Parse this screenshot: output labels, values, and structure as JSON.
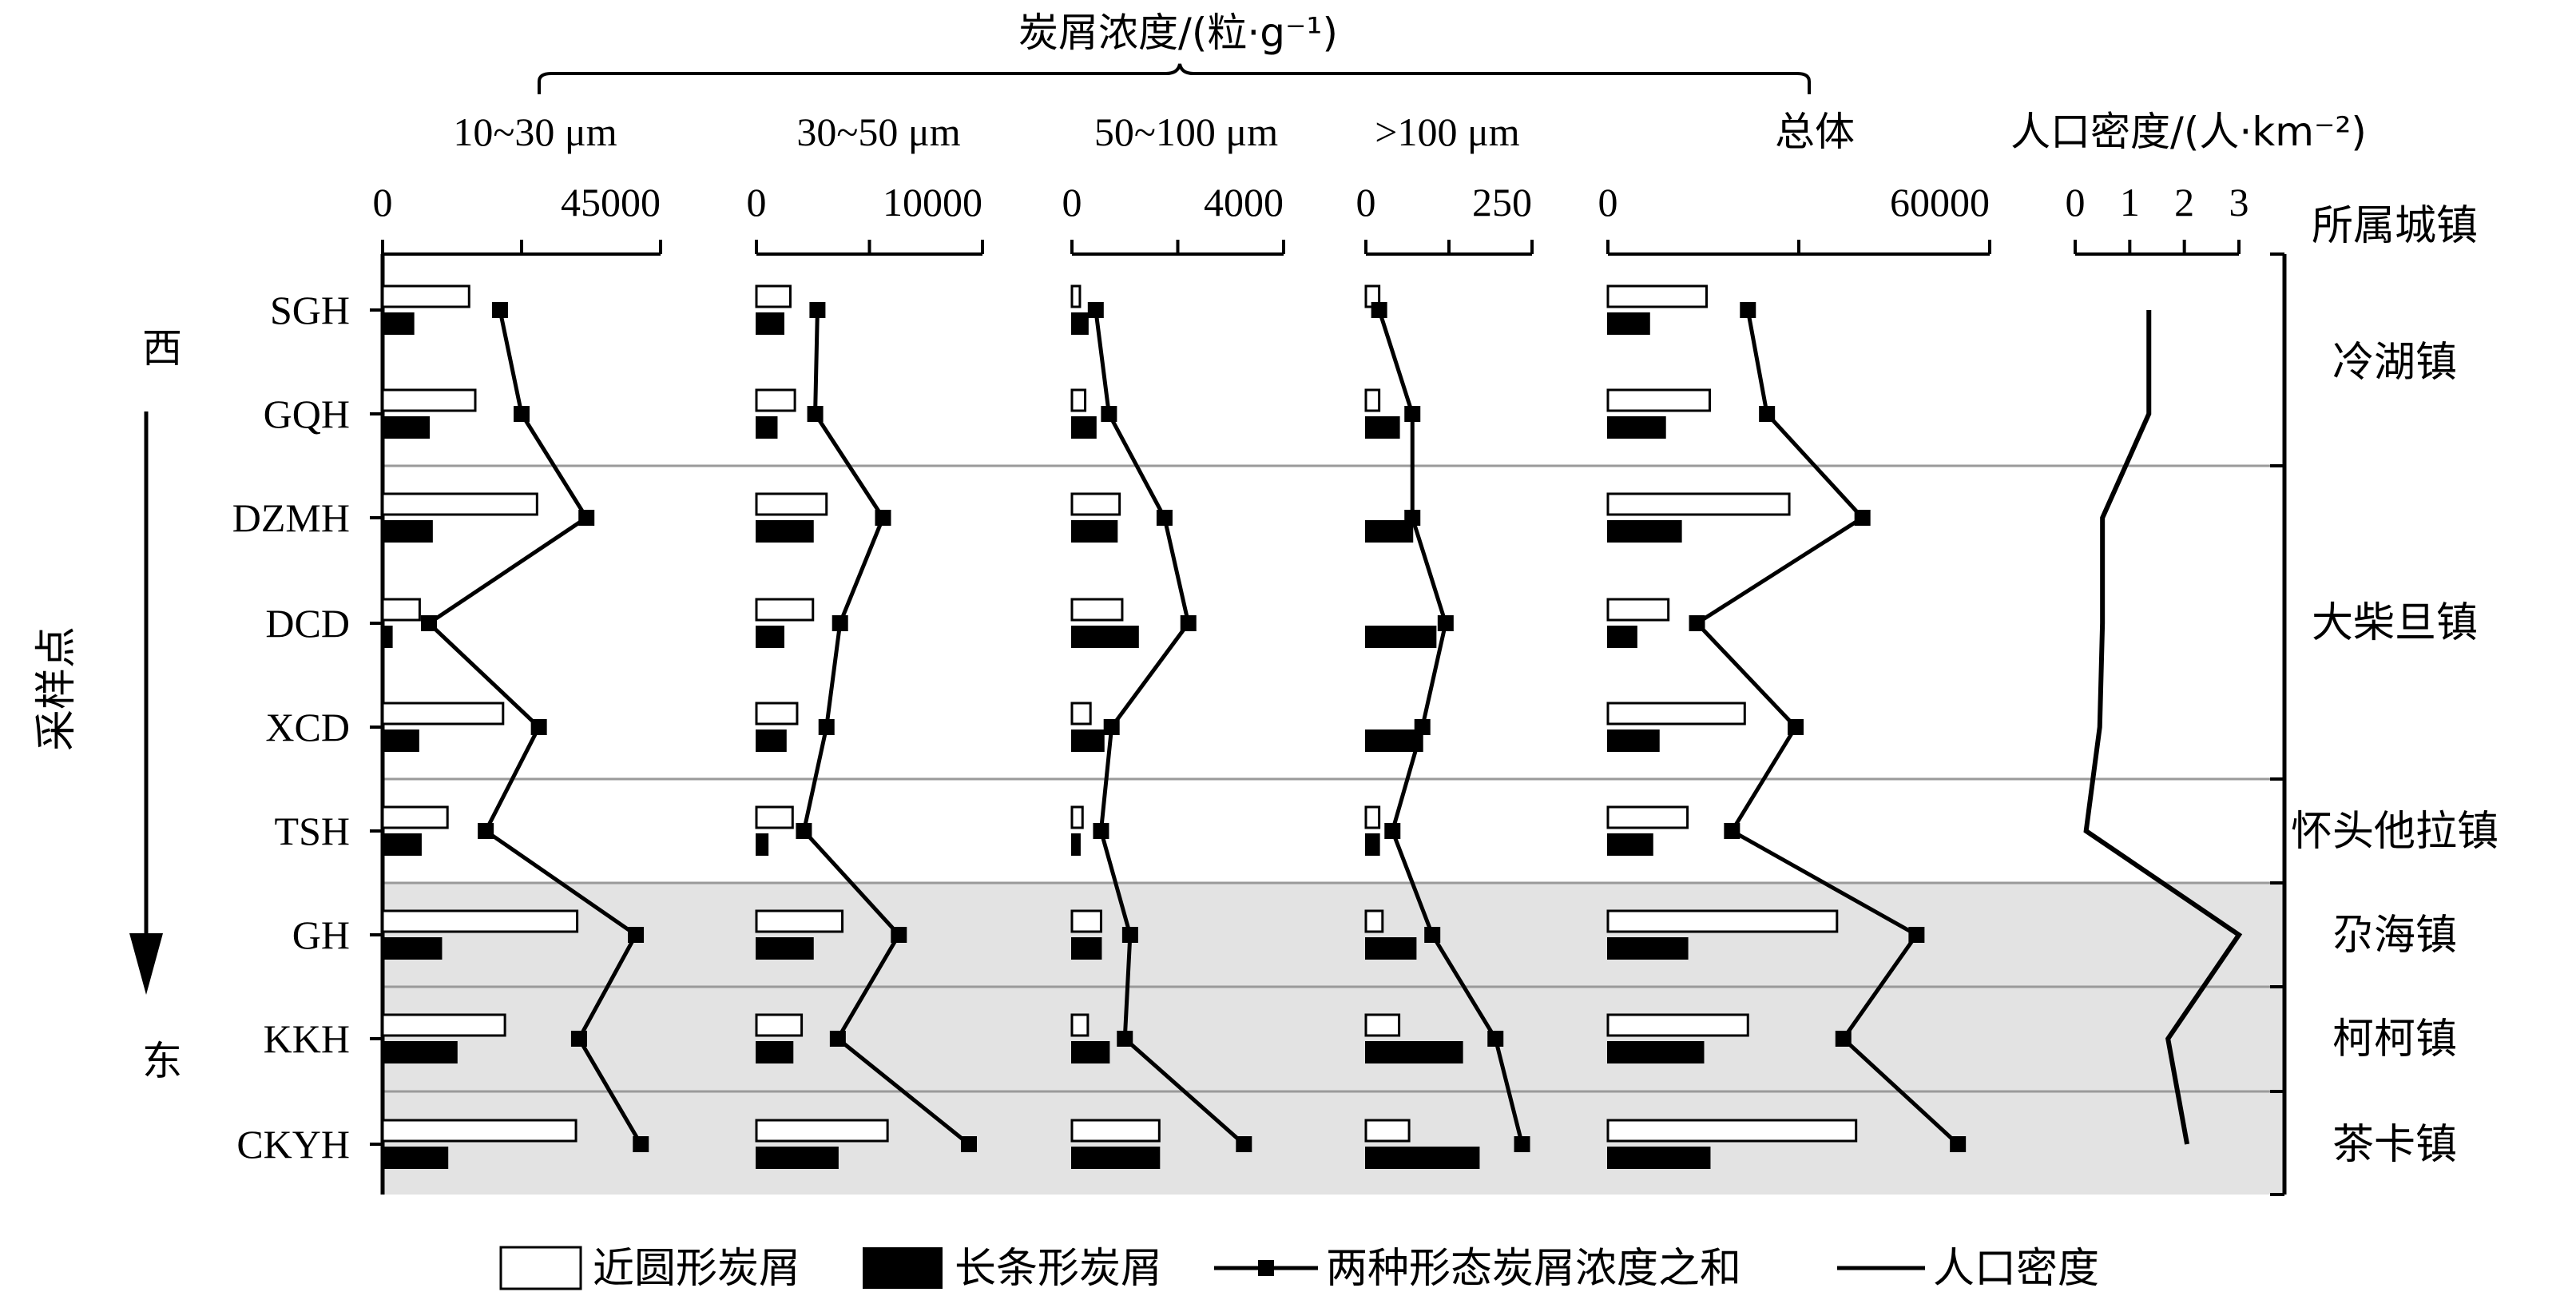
{
  "chart_data": {
    "type": "bar",
    "title": "炭屑浓度/(粒·g⁻¹)",
    "y_axis_title": "采样点",
    "direction": {
      "top": "西",
      "bottom": "东"
    },
    "sites": [
      "SGH",
      "GQH",
      "DZMH",
      "DCD",
      "XCD",
      "TSH",
      "GH",
      "KKH",
      "CKYH"
    ],
    "panels": [
      {
        "label": "10~30 μm",
        "xlim": [
          0,
          45000
        ],
        "ticks": [
          "0",
          "45000"
        ],
        "minor_ticks": [
          22500
        ],
        "series": [
          {
            "name": "近圆形炭屑",
            "values": [
              14000,
              15000,
              25000,
              6000,
              19500,
              10500,
              31500,
              19800,
              31300
            ]
          },
          {
            "name": "长条形炭屑",
            "values": [
              5000,
              7500,
              8000,
              1500,
              5800,
              6200,
              9500,
              12000,
              10500
            ]
          },
          {
            "name": "两种形态炭屑浓度之和",
            "values": [
              19000,
              22500,
              33000,
              7500,
              25300,
              16700,
              41000,
              31800,
              41800
            ]
          }
        ]
      },
      {
        "label": "30~50 μm",
        "xlim": [
          0,
          10000
        ],
        "ticks": [
          "0",
          "10000"
        ],
        "minor_ticks": [
          5000
        ],
        "series": [
          {
            "name": "近圆形炭屑",
            "values": [
              1500,
              1700,
              3100,
              2500,
              1800,
              1600,
              3800,
              2000,
              5800
            ]
          },
          {
            "name": "长条形炭屑",
            "values": [
              1200,
              900,
              2500,
              1200,
              1300,
              500,
              2500,
              1600,
              3600
            ]
          },
          {
            "name": "两种形态炭屑浓度之和",
            "values": [
              2700,
              2600,
              5600,
              3700,
              3100,
              2100,
              6300,
              3600,
              9400
            ]
          }
        ]
      },
      {
        "label": "50~100 μm",
        "xlim": [
          0,
          4000
        ],
        "ticks": [
          "0",
          "4000"
        ],
        "minor_ticks": [
          2000
        ],
        "series": [
          {
            "name": "近圆形炭屑",
            "values": [
              150,
              250,
              900,
              950,
              350,
              200,
              550,
              300,
              1650
            ]
          },
          {
            "name": "长条形炭屑",
            "values": [
              300,
              450,
              850,
              1250,
              600,
              150,
              550,
              700,
              1650
            ]
          },
          {
            "name": "两种形态炭屑浓度之和",
            "values": [
              450,
              700,
              1750,
              2200,
              750,
              550,
              1100,
              1000,
              3250
            ]
          }
        ]
      },
      {
        "label": ">100 μm",
        "xlim": [
          0,
          250
        ],
        "ticks": [
          "0",
          "250"
        ],
        "minor_ticks": [
          125
        ],
        "series": [
          {
            "name": "近圆形炭屑",
            "values": [
              20,
              20,
              0,
              0,
              0,
              20,
              25,
              50,
              65
            ]
          },
          {
            "name": "长条形炭屑",
            "values": [
              0,
              50,
              70,
              105,
              85,
              20,
              75,
              145,
              170
            ]
          },
          {
            "name": "两种形态炭屑浓度之和",
            "values": [
              20,
              70,
              70,
              120,
              85,
              40,
              100,
              195,
              235
            ]
          }
        ]
      },
      {
        "label": "总体",
        "xlim": [
          0,
          60000
        ],
        "ticks": [
          "0",
          "60000"
        ],
        "minor_ticks": [
          30000
        ],
        "series": [
          {
            "name": "近圆形炭屑",
            "values": [
              15500,
              16000,
              28500,
              9500,
              21500,
              12500,
              36000,
              22000,
              39000
            ]
          },
          {
            "name": "长条形炭屑",
            "values": [
              6500,
              9000,
              11500,
              4500,
              8000,
              7000,
              12500,
              15000,
              16000
            ]
          },
          {
            "name": "两种形态炭屑浓度之和",
            "values": [
              22000,
              25000,
              40000,
              14000,
              29500,
              19500,
              48500,
              37000,
              55000
            ]
          }
        ]
      }
    ],
    "population": {
      "label": "人口密度/(人·km⁻²)",
      "xlim": [
        0,
        3
      ],
      "ticks": [
        "0",
        "1",
        "2",
        "3"
      ],
      "series_name": "人口密度",
      "x": [
        1.35,
        1.35,
        0.5,
        0.5,
        0.45,
        0.2,
        3.0,
        1.7,
        2.05
      ],
      "y": [
        "SGH",
        "GQH",
        "DZMH",
        "DCD",
        "XCD",
        "TSH",
        "GH",
        "KKH",
        "CKYH"
      ]
    },
    "towns_header": "所属城镇",
    "towns": [
      {
        "name": "冷湖镇",
        "sites": [
          "SGH",
          "GQH"
        ]
      },
      {
        "name": "大柴旦镇",
        "sites": [
          "DZMH",
          "DCD",
          "XCD"
        ]
      },
      {
        "name": "怀头他拉镇",
        "sites": [
          "TSH"
        ]
      },
      {
        "name": "尕海镇",
        "sites": [
          "GH"
        ]
      },
      {
        "name": "柯柯镇",
        "sites": [
          "KKH"
        ]
      },
      {
        "name": "茶卡镇",
        "sites": [
          "CKYH"
        ]
      }
    ],
    "shaded_sites": [
      "GH",
      "KKH",
      "CKYH"
    ],
    "legend": [
      {
        "label": "近圆形炭屑",
        "marker": "hollow-bar"
      },
      {
        "label": "长条形炭屑",
        "marker": "filled-bar"
      },
      {
        "label": "两种形态炭屑浓度之和",
        "marker": "line-square"
      },
      {
        "label": "人口密度",
        "marker": "line"
      }
    ]
  }
}
